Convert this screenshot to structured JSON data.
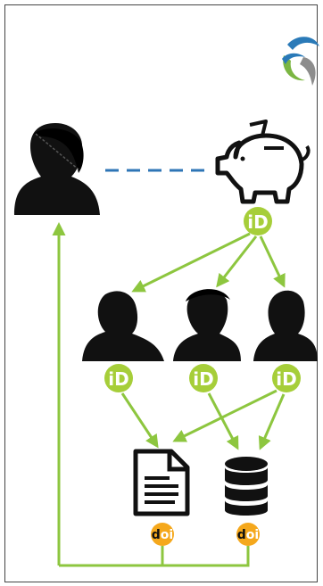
{
  "colors": {
    "frame": "#444444",
    "arrow": "#8dc63f",
    "orcid": "#a6ce39",
    "doi": "#f5a81c",
    "dash": "#2e75b6",
    "silhouette": "#111111",
    "logo_blue": "#2a7ab8",
    "logo_green": "#7bb642",
    "logo_grey": "#8c8c8c"
  },
  "icons": {
    "logo": "swirl-logo-icon",
    "funder": "piggy-bank-icon",
    "person": "person-silhouette-icon",
    "document": "document-icon",
    "database": "database-icon",
    "orcid": "orcid-id-icon",
    "doi": "doi-badge-icon"
  },
  "badges": {
    "orcid_text": "iD",
    "doi_d": "d",
    "doi_oi": "oi"
  }
}
